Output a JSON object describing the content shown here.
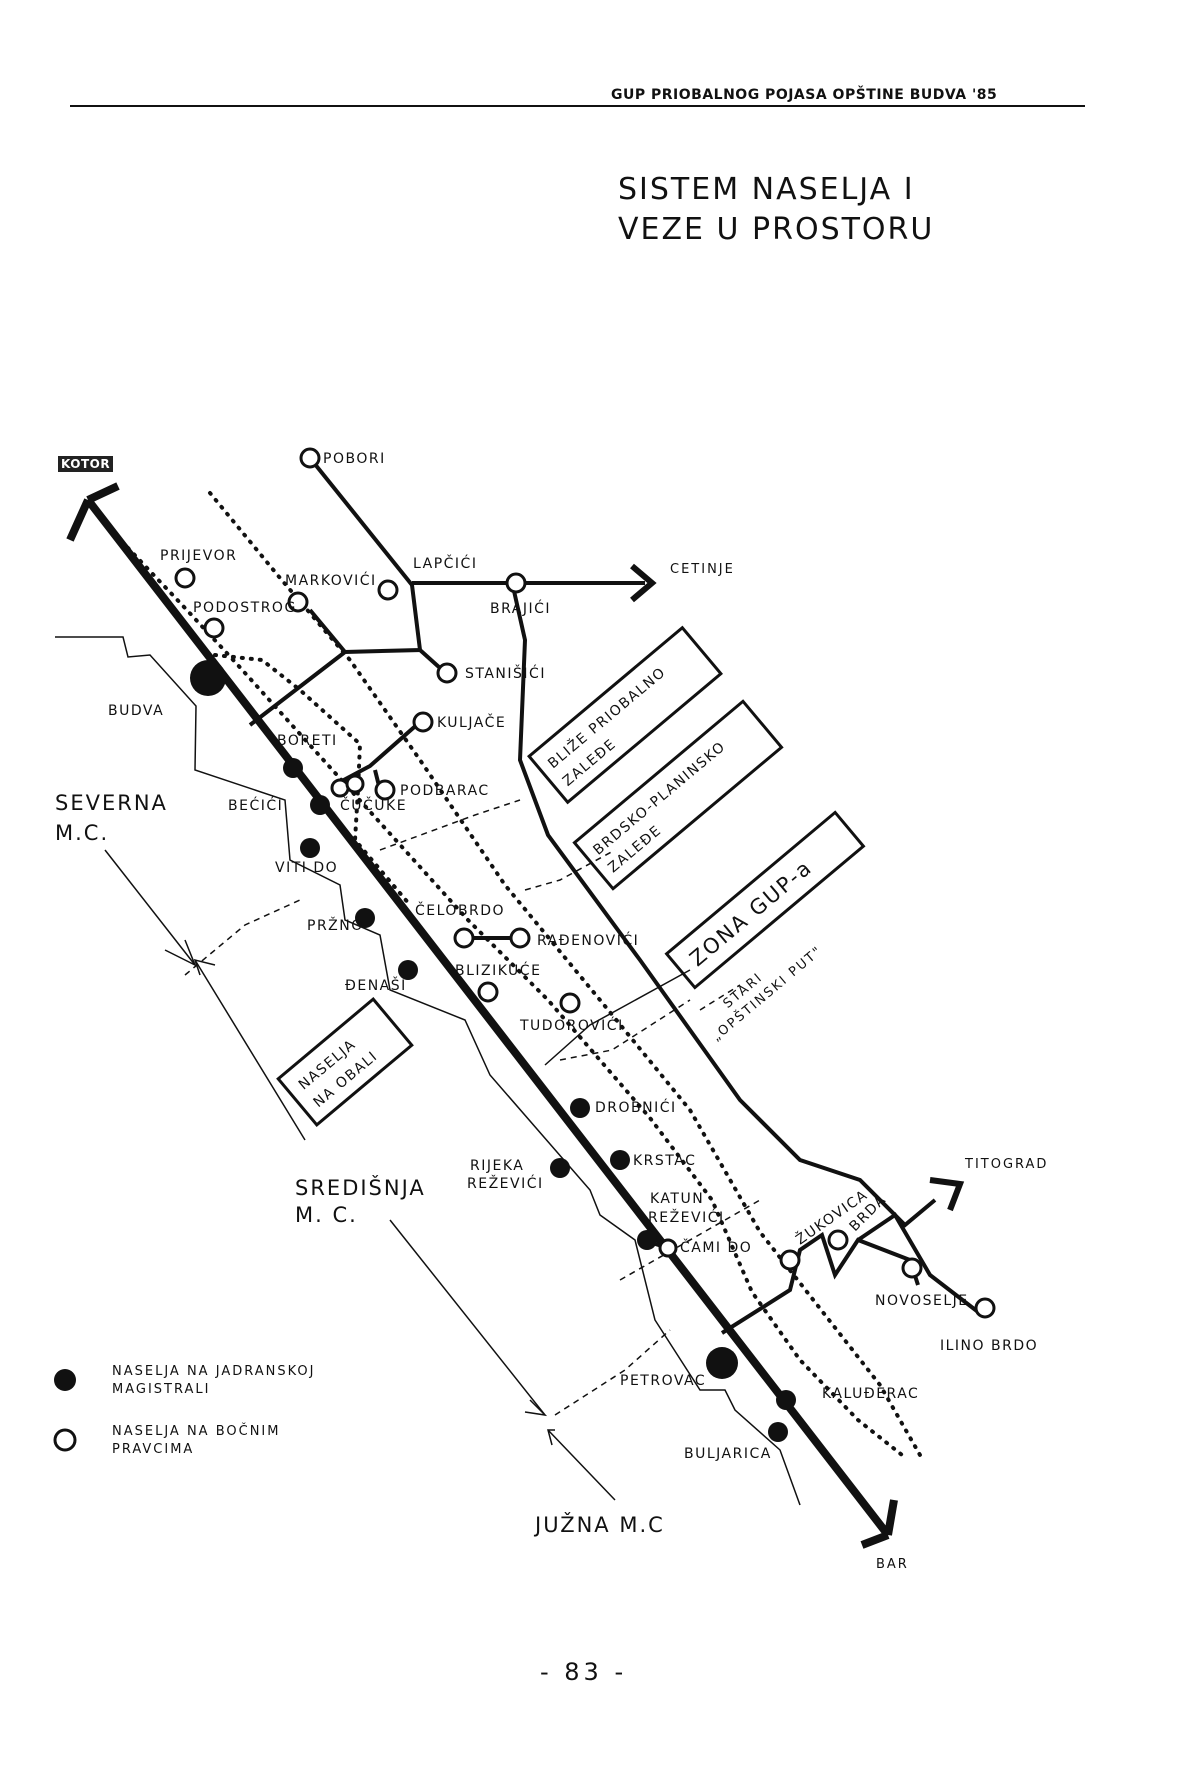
{
  "header": {
    "text": "GUP PRIOBALNOG POJASA OPŠTINE BUDVA '85"
  },
  "title": {
    "line1": "SISTEM NASELJA I",
    "line2": "VEZE U PROSTORU"
  },
  "page_number": "- 83 -",
  "map": {
    "endpoints": {
      "kotor": "KOTOR",
      "cetinje": "CETINJE",
      "titograd": "TITOGRAD",
      "bar": "BAR"
    },
    "zones": {
      "severna": "SEVERNA",
      "severna_mc": "M.C.",
      "sredisnja": "SREDIŠNJA",
      "sredisnja_mc": "M. C.",
      "juzna": "JUŽNA M.C"
    },
    "boxes": {
      "blize_l1": "BLIŽE PRIOBALNO",
      "blize_l2": "ZALEĐE",
      "brdsko_l1": "BRDSKO-PLANINSKO",
      "brdsko_l2": "ZALEĐE",
      "zona_gup": "ZONA GUP-a",
      "naselja_l1": "NASELJA",
      "naselja_l2": "NA OBALI"
    },
    "road_label_l1": "STARI",
    "road_label_l2": "„OPŠTINSKI PUT\"",
    "settlements": {
      "pobori": "POBORI",
      "prijevor": "PRIJEVOR",
      "markovici": "MARKOVIĆI",
      "lapcici": "LAPČIĆI",
      "brajici": "BRAJIĆI",
      "podostrog": "PODOSTROG",
      "budva": "BUDVA",
      "stanisici": "STANIŠIĆI",
      "kuljace": "KULJAČE",
      "boreti": "BOREТI",
      "becici": "BEĆIĆI",
      "cucuke": "ČUČUKE",
      "podbarac": "PODBARAC",
      "viti_do": "VITI DO",
      "celobrdo": "ČELOBRDO",
      "przno": "PRŽNO",
      "radenovici": "RAĐENOVIĆI",
      "blizikuce": "BLIZIKUĆE",
      "denasi": "ĐENAŠI",
      "tudorovici": "TUDOROVIĆI",
      "drobnici": "DROBNIĆI",
      "krstac": "KRSTAC",
      "rijeka_l1": "RIJEKA",
      "rijeka_l2": "REŽEVIĆI",
      "katun_l1": "KATUN",
      "katun_l2": "REŽEVIĆI",
      "camido": "ČAMI DO",
      "zukovica": "ŽUKOVICA",
      "brda": "BRDA",
      "novoselje": "NOVOSELJE",
      "ilino_brdo": "ILINO BRDO",
      "petrovac": "PETROVAC",
      "kaluderac": "KALUĐERAC",
      "buljarica": "BULJARICA"
    },
    "legend": {
      "filled_l1": "NASELJA NA JADRANSKOJ",
      "filled_l2": "MAGISTRALI",
      "open_l1": "NASELJA NA BOČNIM",
      "open_l2": "PRAVCIMA"
    }
  },
  "colors": {
    "ink": "#111111",
    "paper": "#ffffff"
  }
}
